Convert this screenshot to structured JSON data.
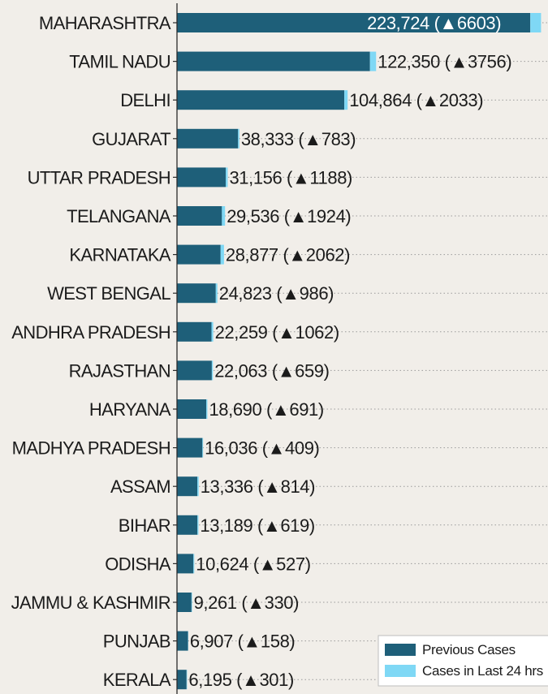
{
  "chart_data": {
    "type": "bar",
    "orientation": "horizontal",
    "stacked": true,
    "title": "",
    "xlabel": "",
    "ylabel": "",
    "categories": [
      "MAHARASHTRA",
      "TAMIL NADU",
      "DELHI",
      "GUJARAT",
      "UTTAR PRADESH",
      "TELANGANA",
      "KARNATAKA",
      "WEST BENGAL",
      "ANDHRA PRADESH",
      "RAJASTHAN",
      "HARYANA",
      "MADHYA PRADESH",
      "ASSAM",
      "BIHAR",
      "ODISHA",
      "JAMMU & KASHMIR",
      "PUNJAB",
      "KERALA"
    ],
    "series": [
      {
        "name": "Previous Cases",
        "color": "#1e5f79",
        "values": [
          217121,
          118594,
          102831,
          37550,
          29968,
          27612,
          26815,
          23837,
          21197,
          21404,
          17999,
          15627,
          12522,
          12570,
          10097,
          8931,
          6749,
          5894
        ]
      },
      {
        "name": "Cases in Last 24 hrs",
        "color": "#7fd8f5",
        "values": [
          6603,
          3756,
          2033,
          783,
          1188,
          1924,
          2062,
          986,
          1062,
          659,
          691,
          409,
          814,
          619,
          527,
          330,
          158,
          301
        ]
      }
    ],
    "totals": [
      "223,724",
      "122,350",
      "104,864",
      "38,333",
      "31,156",
      "29,536",
      "28,877",
      "24,823",
      "22,259",
      "22,063",
      "18,690",
      "16,036",
      "13,336",
      "13,189",
      "10,624",
      "9,261",
      "6,907",
      "6,195"
    ],
    "increments": [
      "6603",
      "3756",
      "2033",
      "783",
      "1188",
      "1924",
      "2062",
      "986",
      "1062",
      "659",
      "691",
      "409",
      "814",
      "619",
      "527",
      "330",
      "158",
      "301"
    ],
    "xlim": [
      0,
      228000
    ],
    "grid": true,
    "legend_position": "bottom-right"
  },
  "colors": {
    "background": "#f1eee9",
    "grid": "#9a9a9a",
    "axis": "#2a2a2a"
  },
  "legend": {
    "items": [
      {
        "label": "Previous Cases",
        "color": "#1e5f79"
      },
      {
        "label": "Cases in Last 24 hrs",
        "color": "#7fd8f5"
      }
    ]
  }
}
